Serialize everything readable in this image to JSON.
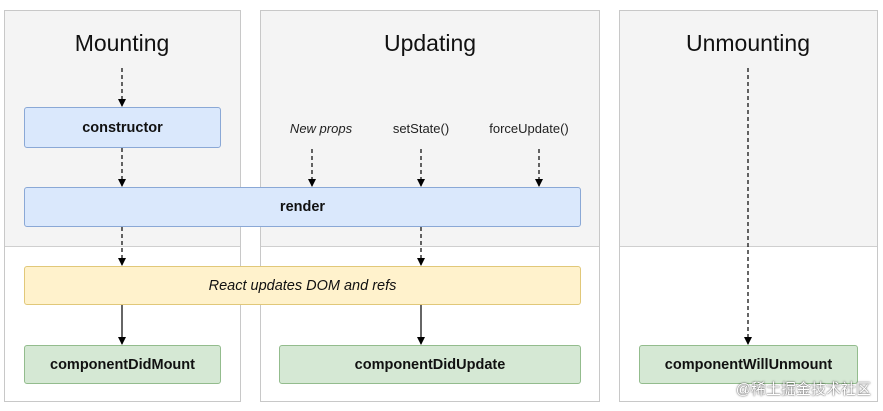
{
  "phases": {
    "mounting": "Mounting",
    "updating": "Updating",
    "unmounting": "Unmounting"
  },
  "triggers": {
    "new_props": "New props",
    "set_state": "setState()",
    "force_update": "forceUpdate()"
  },
  "methods": {
    "constructor": "constructor",
    "render": "render",
    "react_updates": "React updates DOM and refs",
    "component_did_mount": "componentDidMount",
    "component_did_update": "componentDidUpdate",
    "component_will_unmount": "componentWillUnmount"
  },
  "watermark": "@稀土掘金技术社区",
  "colors": {
    "blue_fill": "#dae8fc",
    "yellow_fill": "#fff2cc",
    "green_fill": "#d5e8d4",
    "panel_top": "#f4f4f4"
  }
}
